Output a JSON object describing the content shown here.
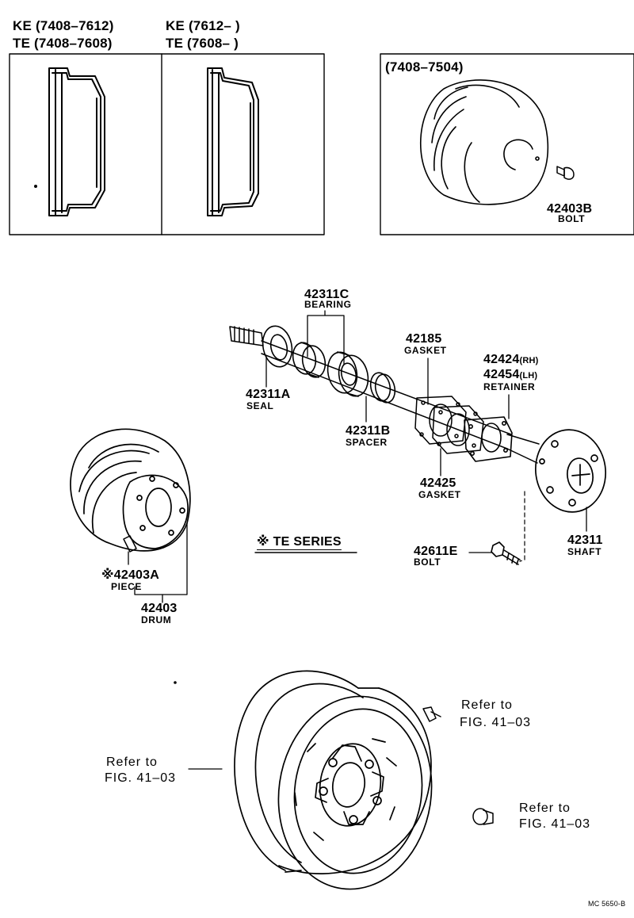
{
  "header": {
    "ke_early": "KE (7408–7612)",
    "te_early": "TE (7408–7608)",
    "ke_late": "KE (7612–      )",
    "te_late": "TE (7608–      )"
  },
  "inset": {
    "range": "(7408–7504)"
  },
  "parts": {
    "p42403b": {
      "number": "42403B",
      "name": "BOLT"
    },
    "p42311c": {
      "number": "42311C",
      "name": "BEARING"
    },
    "p42185": {
      "number": "42185",
      "name": "GASKET"
    },
    "p42424": {
      "number": "42424",
      "suffix": "(RH)"
    },
    "p42454": {
      "number": "42454",
      "suffix": "(LH)",
      "name": "RETAINER"
    },
    "p42311a": {
      "number": "42311A",
      "name": "SEAL"
    },
    "p42311b": {
      "number": "42311B",
      "name": "SPACER"
    },
    "p42425": {
      "number": "42425",
      "name": "GASKET"
    },
    "p42611e": {
      "number": "42611E",
      "name": "BOLT"
    },
    "p42311": {
      "number": "42311",
      "name": "SHAFT"
    },
    "p42403a": {
      "number": "※42403A",
      "name": "PIECE"
    },
    "p42403": {
      "number": "42403",
      "name": "DRUM"
    }
  },
  "te_series": "※ TE SERIES",
  "refs": {
    "left": {
      "line1": "Refer to",
      "line2": "FIG. 41–03"
    },
    "top": {
      "line1": "Refer to",
      "line2": "FIG. 41–03"
    },
    "right": {
      "line1": "Refer to",
      "line2": "FIG. 41–03"
    }
  },
  "drawing_code": "MC 5650-B"
}
